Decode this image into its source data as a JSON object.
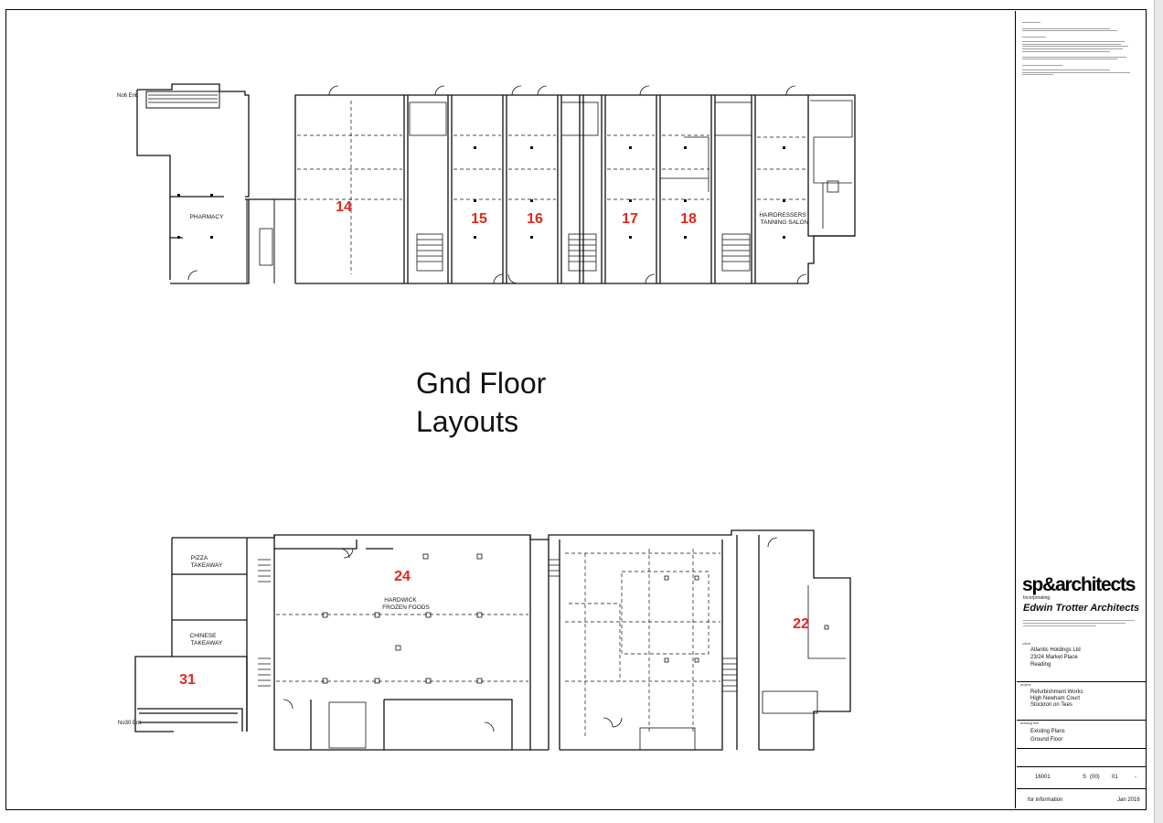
{
  "drawing_title": {
    "line1": "Gnd Floor",
    "line2": "Layouts"
  },
  "units": {
    "u14": "14",
    "u15": "15",
    "u16": "16",
    "u17": "17",
    "u18": "18",
    "u24": "24",
    "u22": "22",
    "u31": "31"
  },
  "shop_labels": {
    "pharmacy": "PHARMACY",
    "hairdressers_1": "HAIRDRESSERS",
    "hairdressers_2": "TANNING SALON",
    "pizza_1": "PIZZA",
    "pizza_2": "TAKEAWAY",
    "chinese_1": "CHINESE",
    "chinese_2": "TAKEAWAY",
    "hardwick_1": "HARDWICK",
    "hardwick_2": "FROZEN FOODS"
  },
  "entrances": {
    "top_left": "No6 Ent.",
    "bottom_left": "No30 Ent."
  },
  "title_block": {
    "logo": "sp&architects",
    "incorporating": "Incorporating",
    "firm": "Edwin Trotter Architects",
    "client_label": "client",
    "client_1": "Atlantic Holdings Ltd",
    "client_2": "23/24 Market Place",
    "client_3": "Reading",
    "project_label": "project",
    "project_1": "Refurbishment Works",
    "project_2": "High Newham Court",
    "project_3": "Stockton on Tees",
    "drawing_label": "drawing title",
    "drawing_1": "Existing Plans",
    "drawing_2": "Ground Floor",
    "job_no": "16001",
    "type": "S",
    "series": "(00)",
    "sheet_no": "01",
    "rev": "-",
    "status": "for information",
    "date": "Jan 2016"
  }
}
